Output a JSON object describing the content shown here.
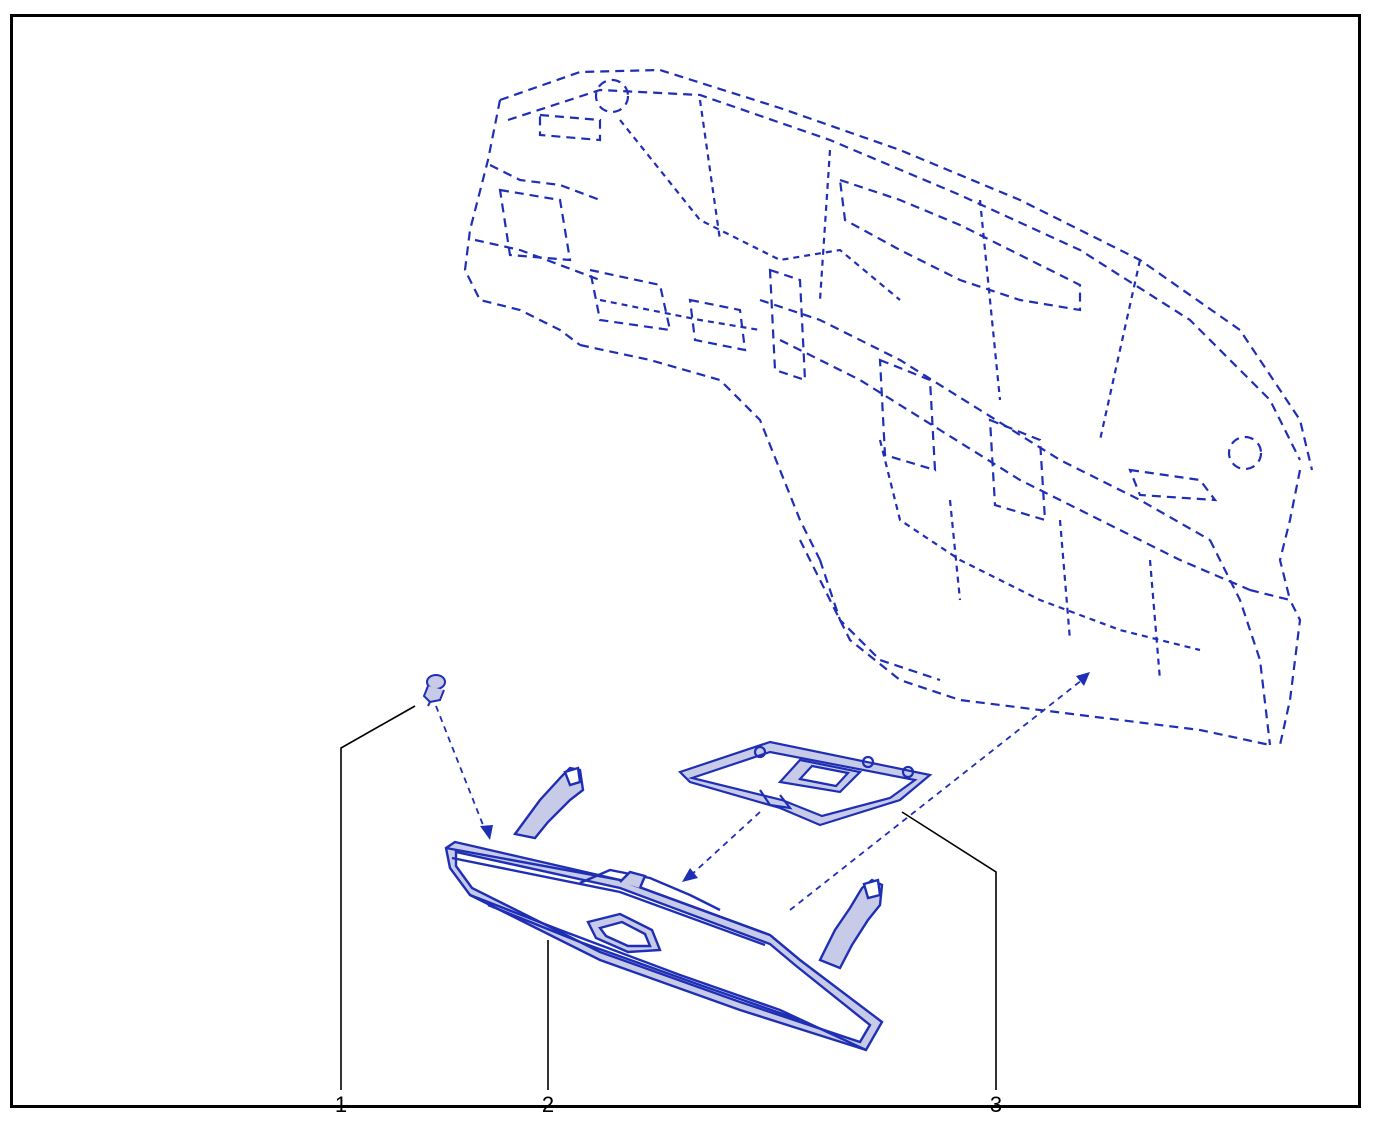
{
  "callouts": [
    {
      "number": "1"
    },
    {
      "number": "2"
    },
    {
      "number": "3"
    }
  ],
  "colors": {
    "line_art": "#1f2fb5",
    "panel_fill": "#c7cbe8",
    "leader": "#000000",
    "frame": "#000000"
  }
}
